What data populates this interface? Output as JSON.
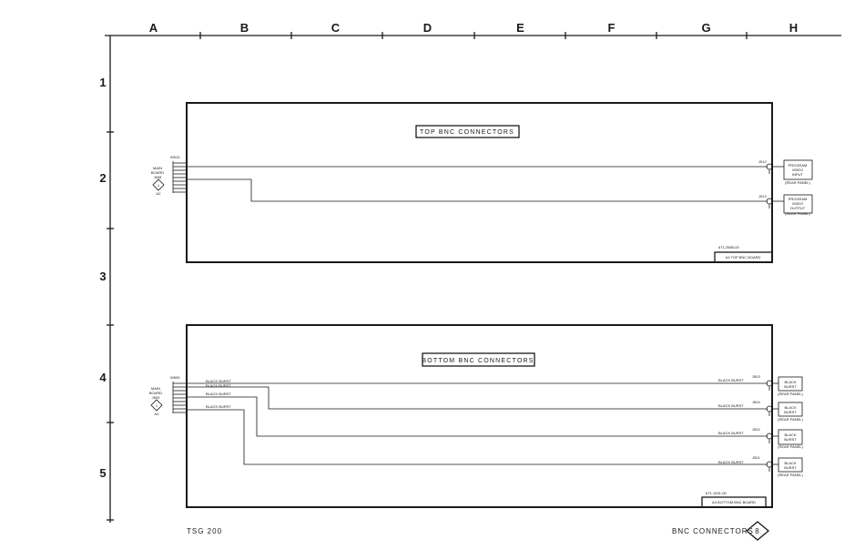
{
  "grid": {
    "columns": [
      "A",
      "B",
      "C",
      "D",
      "E",
      "F",
      "G",
      "H"
    ],
    "rows": [
      "1",
      "2",
      "3",
      "4",
      "5"
    ]
  },
  "top_board": {
    "title": "TOP BNC CONNECTORS",
    "part_number": "671-2585-00",
    "board_label": "A3 TOP BNC BOARD",
    "input_connector": "W510",
    "source": {
      "line1": "MAIN",
      "line2": "BOARD",
      "line3": "J608",
      "symbol": "1",
      "ref": "A2"
    },
    "outputs": [
      {
        "jack": "J512",
        "label": [
          "PROGRAM",
          "VIDEO",
          "INPUT"
        ],
        "panel": "(REAR PANEL)"
      },
      {
        "jack": "J513",
        "label": [
          "PROGRAM",
          "VIDEO",
          "OUTPUT"
        ],
        "panel": "(REAR PANEL)"
      }
    ]
  },
  "bottom_board": {
    "title": "BOTTOM BNC CONNECTORS",
    "part_number": "671-1531-00",
    "board_label": "A4 BOTTOM BNC BOARD",
    "input_connector": "W605",
    "source": {
      "line1": "MAIN",
      "line2": "BOARD",
      "line3": "J609",
      "symbol": "1",
      "ref": "A2"
    },
    "left_labels": [
      "BLACK BURST",
      "BLACK BURST",
      "BLACK BURST",
      "BLACK BURST"
    ],
    "outputs": [
      {
        "jack": "J503",
        "signal": "BLACK BURST",
        "label": [
          "BLACK",
          "BURST"
        ],
        "panel": "(REAR PANEL)"
      },
      {
        "jack": "J504",
        "signal": "BLACK BURST",
        "label": [
          "BLACK",
          "BURST"
        ],
        "panel": "(REAR PANEL)"
      },
      {
        "jack": "J502",
        "signal": "BLACK BURST",
        "label": [
          "BLACK",
          "BURST"
        ],
        "panel": "(REAR PANEL)"
      },
      {
        "jack": "J501",
        "signal": "BLACK BURST",
        "label": [
          "BLACK",
          "BURST"
        ],
        "panel": "(REAR PANEL)"
      }
    ]
  },
  "footer": {
    "model": "TSG 200",
    "sheet_title": "BNC CONNECTORS",
    "sheet_number": "8"
  }
}
